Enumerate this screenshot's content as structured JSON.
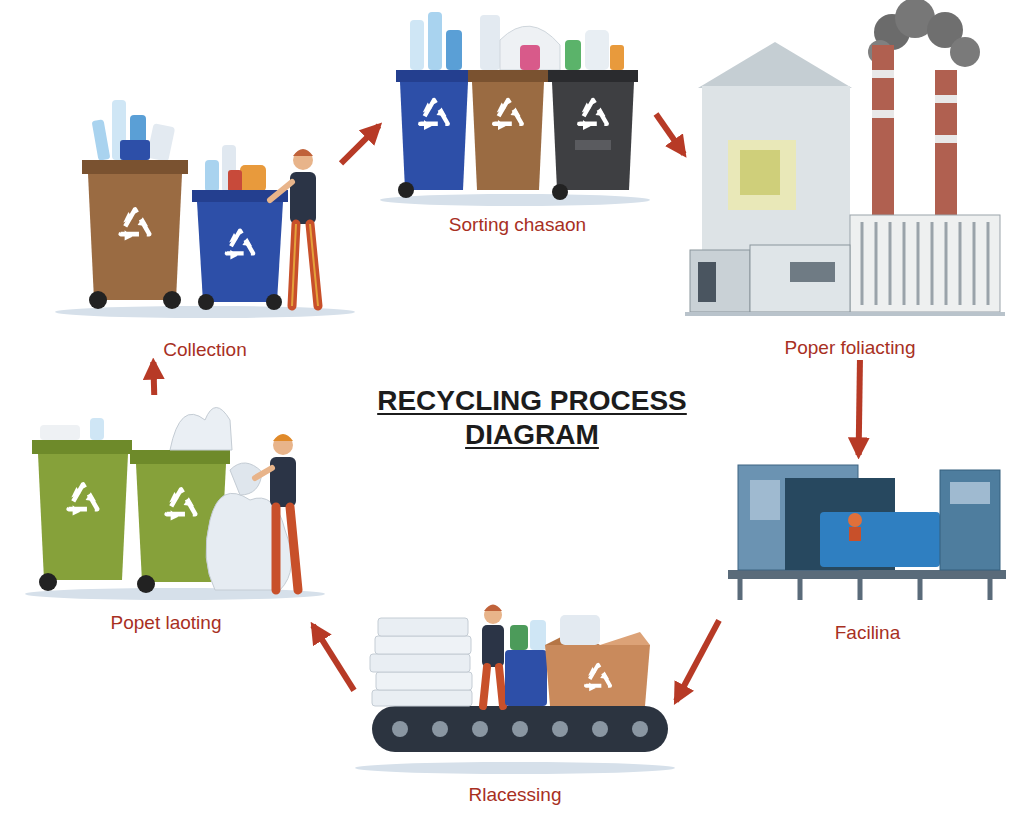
{
  "diagram": {
    "title": "RECYCLING PROCESS DIAGRAM",
    "nodes": [
      {
        "text": [
          "Collection"
        ]
      },
      {
        "text": [
          "Sorting chasaon"
        ]
      },
      {
        "text": [
          "Poper foliacting"
        ]
      },
      {
        "text": [
          "Facilina"
        ]
      },
      {
        "text": [
          "Rlacessing"
        ]
      },
      {
        "text": [
          "Popet laoting"
        ]
      }
    ],
    "edges": [
      {
        "from": 0,
        "to": 1,
        "arrow": "to"
      },
      {
        "from": 1,
        "to": 2,
        "arrow": "to"
      },
      {
        "from": 2,
        "to": 3,
        "arrow": "to"
      },
      {
        "from": 3,
        "to": 4,
        "arrow": "to"
      },
      {
        "from": 4,
        "to": 5,
        "arrow": "to"
      },
      {
        "from": 5,
        "to": 0,
        "arrow": "to"
      }
    ]
  }
}
